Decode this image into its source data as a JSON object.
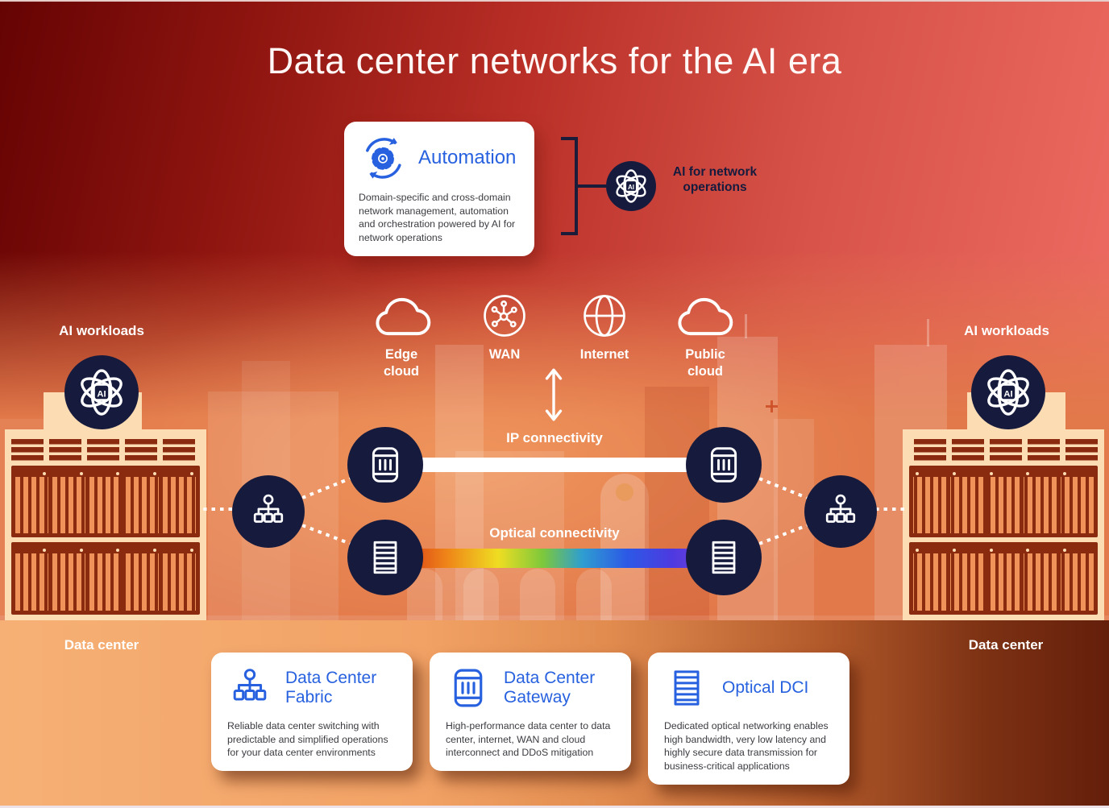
{
  "title": "Data center networks for the AI era",
  "automation_card": {
    "title": "Automation",
    "description": "Domain-specific and cross-domain network management, automation and orchestration powered by AI for network operations"
  },
  "ai_operations_label": "AI for network operations",
  "ai_chip_label": "AI",
  "network_nodes": [
    {
      "label": "Edge cloud",
      "icon": "cloud-icon"
    },
    {
      "label": "WAN",
      "icon": "wan-hub-icon"
    },
    {
      "label": "Internet",
      "icon": "globe-icon"
    },
    {
      "label": "Public cloud",
      "icon": "cloud-icon"
    }
  ],
  "connectivity": {
    "ip_label": "IP connectivity",
    "optical_label": "Optical connectivity"
  },
  "left_datacenter": {
    "workloads_label": "AI workloads",
    "name": "Data center"
  },
  "right_datacenter": {
    "workloads_label": "AI workloads",
    "name": "Data center"
  },
  "product_cards": [
    {
      "title": "Data Center Fabric",
      "icon": "fabric-icon",
      "description": "Reliable data center switching with predictable and simplified operations for your data center environments"
    },
    {
      "title": "Data Center Gateway",
      "icon": "gateway-icon",
      "description": "High-performance data center to data center, internet, WAN and cloud interconnect and DDoS mitigation"
    },
    {
      "title": "Optical DCI",
      "icon": "optical-dci-icon",
      "description": "Dedicated optical networking enables high bandwidth, very low latency and highly secure data transmission for business-critical applications"
    }
  ],
  "colors": {
    "accent_blue": "#2761df",
    "navy": "#161b3e",
    "building_cream": "#fcdcb2",
    "rack_maroon": "#8a2a0e",
    "background_red_dark": "#650303",
    "background_coral": "#ed6b62",
    "background_orange": "#e2794a"
  }
}
